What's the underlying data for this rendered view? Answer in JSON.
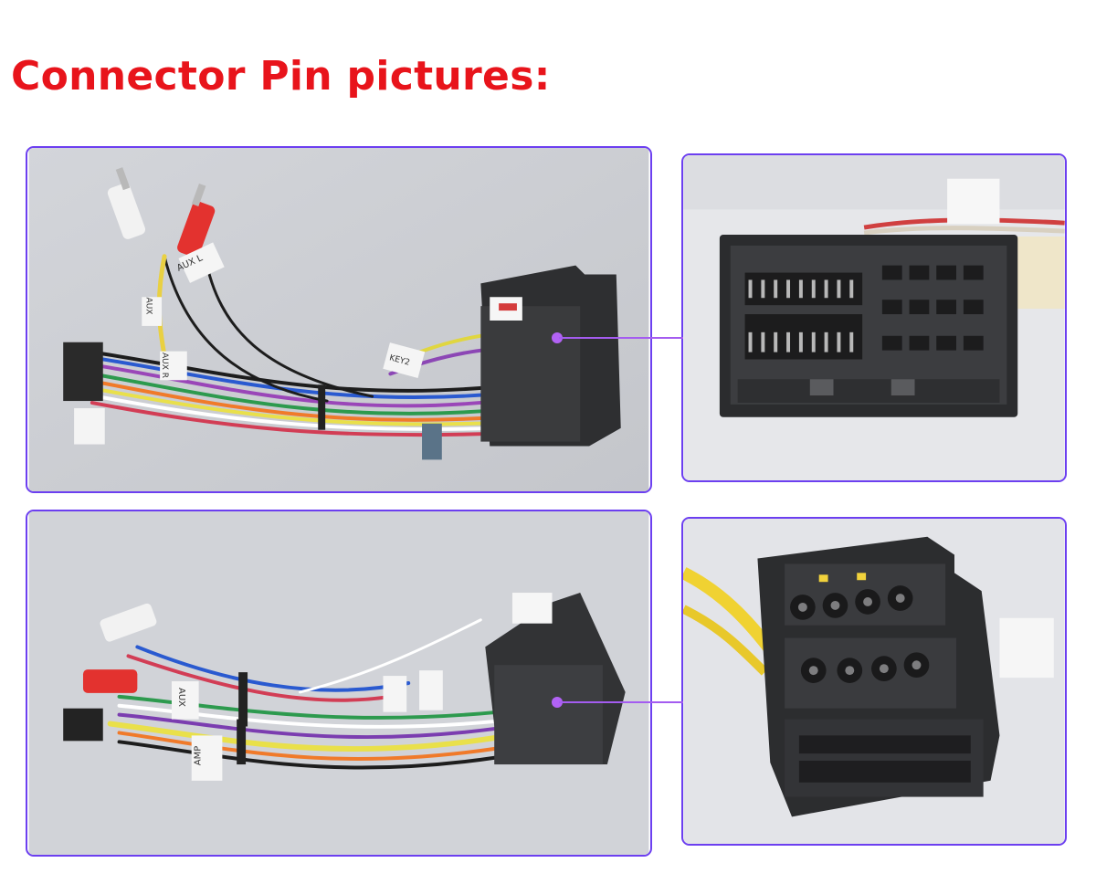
{
  "page": {
    "title": "Connector Pin pictures:"
  },
  "photos": {
    "top_left": {
      "labels": [
        "AUX L",
        "AUX",
        "AUX R",
        "KEY2"
      ]
    },
    "bottom_left": {
      "labels": [
        "AUX",
        "AMP"
      ]
    }
  },
  "colors": {
    "title": "#e8141b",
    "panel_border": "#6c3ff0",
    "pointer": "#b262f5"
  }
}
